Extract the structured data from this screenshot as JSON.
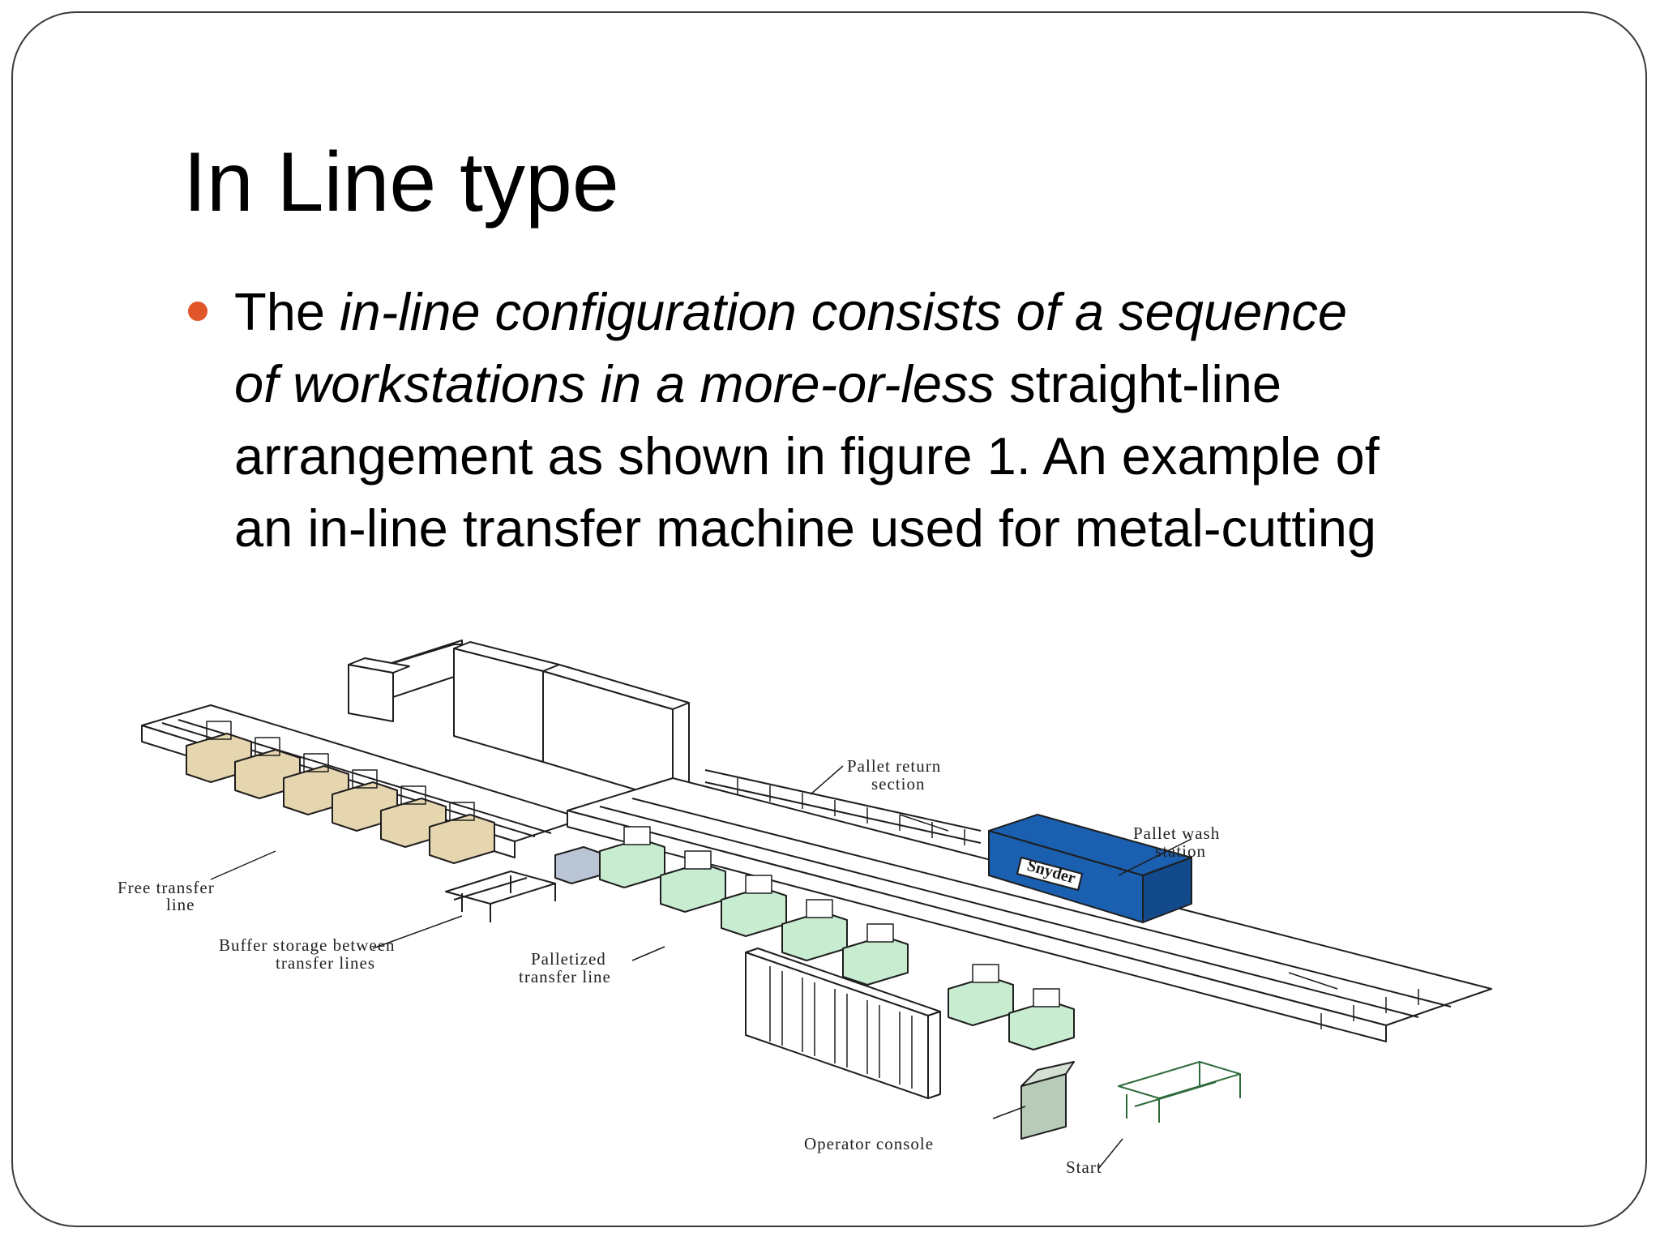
{
  "slide": {
    "title": "In Line type",
    "bullet": {
      "line1_normal": "The ",
      "line1_italic": "in-line configuration consists of a sequence",
      "line2_italic": "of workstations in a more-or-less",
      "line2_normal": " straight-line",
      "line3": "arrangement as shown in figure 1. An example of",
      "line4": "an in-line transfer machine used for metal-cutting"
    },
    "accent_color": "#e0552a"
  },
  "figure": {
    "labels": {
      "pallet_return": [
        "Pallet return",
        "section"
      ],
      "pallet_wash": [
        "Pallet wash",
        "station"
      ],
      "free_transfer": [
        "Free transfer",
        "line"
      ],
      "buffer_storage": [
        "Buffer storage between",
        "transfer lines"
      ],
      "palletized": [
        "Palletized",
        "transfer line"
      ],
      "operator_console": "Operator console",
      "start": "Start",
      "brand": "Snyder"
    },
    "colors": {
      "tan_station": "#e6d6b0",
      "green_station": "#c8ecd0",
      "wash_station": "#1a5fb0",
      "buffer_unit": "#b9c4d4"
    }
  }
}
